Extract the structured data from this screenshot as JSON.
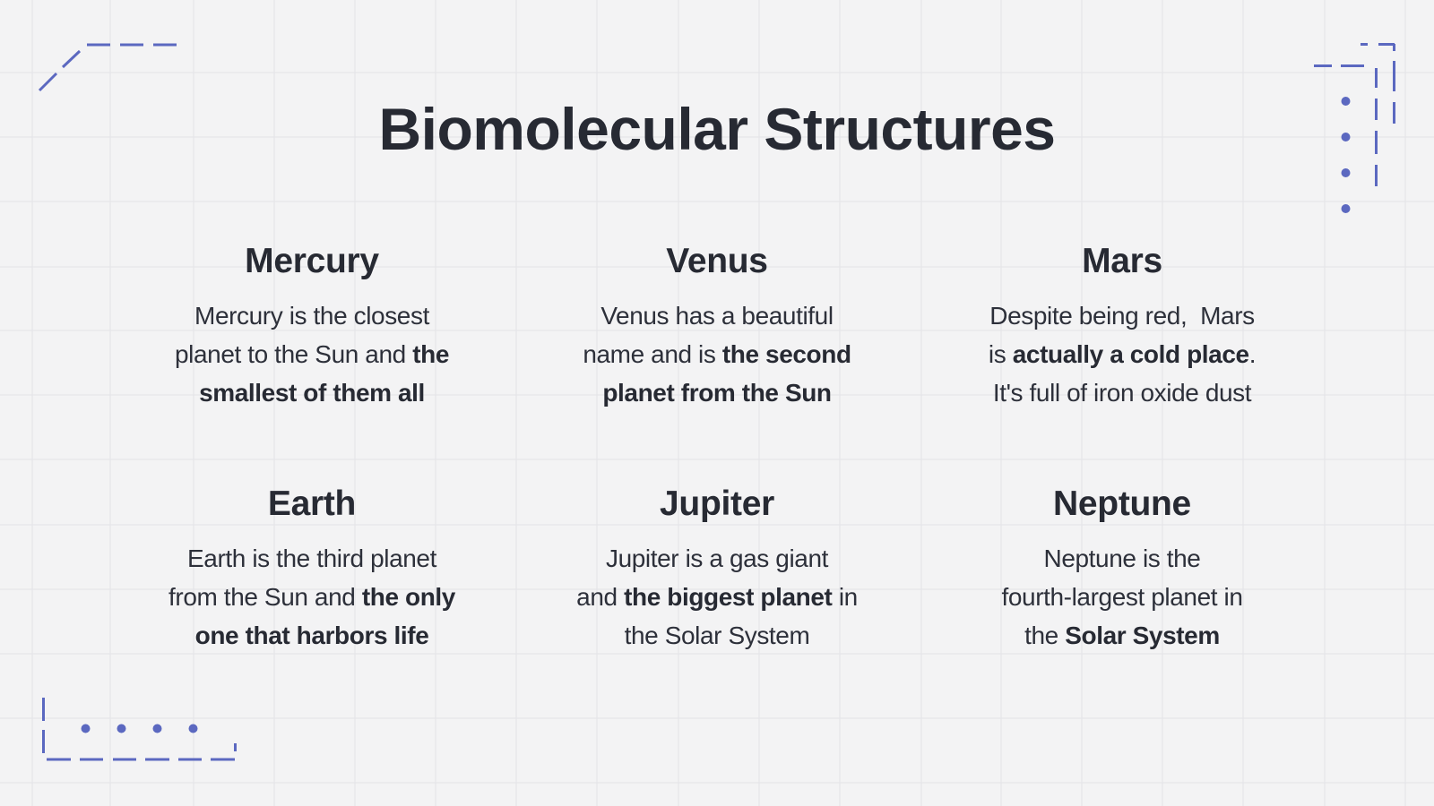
{
  "slide": {
    "title": "Biomolecular Structures",
    "background_color": "#f3f3f4",
    "grid_color": "#e4e4e6",
    "accent_color": "#5b68c0",
    "text_color": "#272a33"
  },
  "cards": [
    {
      "heading": "Mercury",
      "line1": "Mercury is the closest",
      "line2_normal": "planet to the Sun and ",
      "line2_bold": "the",
      "line3_normal": "",
      "line3_bold": "smallest of them all",
      "line3_after": ""
    },
    {
      "heading": "Venus",
      "line1": "Venus has a beautiful",
      "line2_normal": "name and is ",
      "line2_bold": "the second",
      "line3_normal": "",
      "line3_bold": "planet from the Sun",
      "line3_after": ""
    },
    {
      "heading": "Mars",
      "line1": "Despite being red,  Mars",
      "line2_normal": "is ",
      "line2_bold": "actually a cold place",
      "line2_after": ".",
      "line3_normal": "It's full of iron oxide dust",
      "line3_bold": "",
      "line3_after": ""
    },
    {
      "heading": "Earth",
      "line1": "Earth is the third planet",
      "line2_normal": "from the Sun and ",
      "line2_bold": "the only",
      "line3_normal": "",
      "line3_bold": "one that harbors life",
      "line3_after": ""
    },
    {
      "heading": "Jupiter",
      "line1": "Jupiter is a gas giant",
      "line2_normal": "and ",
      "line2_bold": "the biggest planet",
      "line2_after": " in",
      "line3_normal": "the Solar System",
      "line3_bold": "",
      "line3_after": ""
    },
    {
      "heading": "Neptune",
      "line1": "Neptune is the",
      "line2_normal": "fourth-largest planet in",
      "line2_bold": "",
      "line3_normal": "the ",
      "line3_bold": "Solar System",
      "line3_after": ""
    }
  ],
  "decorations": {
    "top_left": "dashed-angle-line",
    "top_right": "dashed-double-corner-with-dots",
    "bottom_left": "dashed-bracket-with-dots"
  }
}
